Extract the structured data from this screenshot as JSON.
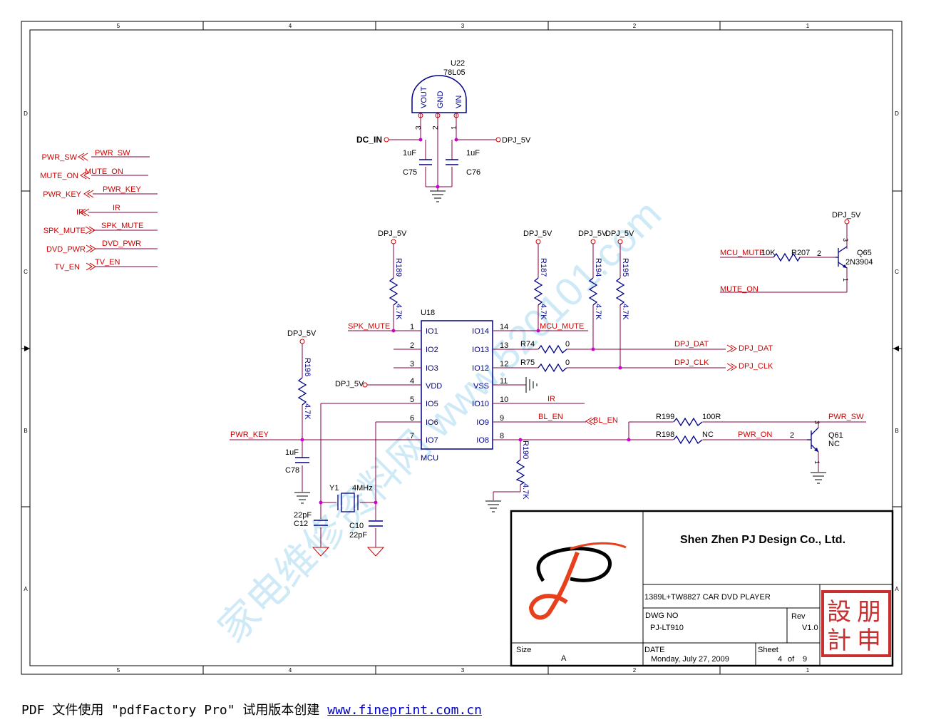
{
  "border": {
    "columns": [
      "5",
      "4",
      "3",
      "2",
      "1"
    ],
    "rows": [
      "D",
      "C",
      "B",
      "A"
    ]
  },
  "watermark": "家电维修资料网 www.520101.com",
  "regulator": {
    "ref": "U22",
    "part": "78L05",
    "pins": [
      "VOUT",
      "GND",
      "VIN"
    ],
    "pin_numbers": [
      "3",
      "2",
      "1"
    ],
    "dc_in": "DC_IN",
    "dpj": "DPJ_5V",
    "c75": {
      "value": "1uF",
      "ref": "C75"
    },
    "c76": {
      "value": "1uF",
      "ref": "C76"
    }
  },
  "ports_left": [
    {
      "port": "PWR_SW",
      "net": "PWR_SW"
    },
    {
      "port": "MUTE_ON",
      "net": "MUTE_ON"
    },
    {
      "port": "PWR_KEY",
      "net": "PWR_KEY"
    },
    {
      "port": "IR",
      "net": "IR"
    },
    {
      "port": "SPK_MUTE",
      "net": "SPK_MUTE"
    },
    {
      "port": "DVD_PWR",
      "net": "DVD_PWR"
    },
    {
      "port": "TV_EN",
      "net": "TV_EN"
    }
  ],
  "mcu": {
    "ref": "U18",
    "name": "MCU",
    "left_pins": [
      {
        "num": "1",
        "name": "IO1"
      },
      {
        "num": "2",
        "name": "IO2"
      },
      {
        "num": "3",
        "name": "IO3"
      },
      {
        "num": "4",
        "name": "VDD"
      },
      {
        "num": "5",
        "name": "IO5"
      },
      {
        "num": "6",
        "name": "IO6"
      },
      {
        "num": "7",
        "name": "IO7"
      }
    ],
    "right_pins": [
      {
        "num": "14",
        "name": "IO14"
      },
      {
        "num": "13",
        "name": "IO13"
      },
      {
        "num": "12",
        "name": "IO12"
      },
      {
        "num": "11",
        "name": "VSS"
      },
      {
        "num": "10",
        "name": "IO10"
      },
      {
        "num": "9",
        "name": "IO9"
      },
      {
        "num": "8",
        "name": "IO8"
      }
    ]
  },
  "pullups": [
    {
      "ref": "R189",
      "value": "4.7K",
      "rail": "DPJ_5V"
    },
    {
      "ref": "R187",
      "value": "4.7K",
      "rail": "DPJ_5V"
    },
    {
      "ref": "R194",
      "value": "4.7K",
      "rail": "DPJ_5V"
    },
    {
      "ref": "R195",
      "value": "4.7K",
      "rail": "DPJ_5V"
    },
    {
      "ref": "R196",
      "value": "4.7K",
      "rail": "DPJ_5V"
    },
    {
      "ref": "R190",
      "value": "4.7K"
    }
  ],
  "nets": {
    "spk_mute": "SPK_MUTE",
    "mcu_mute": "MCU_MUTE",
    "dpj_dat": "DPJ_DAT",
    "dpj_clk": "DPJ_CLK",
    "ir": "IR",
    "bl_en": "BL_EN",
    "pwr_key": "PWR_KEY",
    "pwr_sw": "PWR_SW",
    "pwr_on": "PWR_ON",
    "vdd_rail": "DPJ_5V",
    "mute_on": "MUTE_ON"
  },
  "resistors": {
    "r74": {
      "ref": "R74",
      "value": "0"
    },
    "r75": {
      "ref": "R75",
      "value": "0"
    },
    "r199": {
      "ref": "R199",
      "value": "100R"
    },
    "r198": {
      "ref": "R198",
      "value": "NC"
    },
    "r207": {
      "ref": "R207",
      "value": "10K"
    }
  },
  "caps": {
    "c78": {
      "ref": "C78",
      "value": "1uF"
    },
    "c12": {
      "ref": "C12",
      "value": "22pF"
    },
    "c10": {
      "ref": "C10",
      "value": "22pF"
    }
  },
  "crystal": {
    "ref": "Y1",
    "value": "4MHz"
  },
  "q65": {
    "ref": "Q65",
    "part": "2N3904",
    "rail": "DPJ_5V",
    "pins": [
      "3",
      "2",
      "1"
    ]
  },
  "q61": {
    "ref": "Q61",
    "part": "NC",
    "pins": [
      "3",
      "2",
      "1"
    ]
  },
  "title_block": {
    "company": "Shen Zhen PJ Design Co., Ltd.",
    "title": "1389L+TW8827 CAR DVD PLAYER",
    "dwg_label": "DWG NO",
    "dwg": "PJ-LT910",
    "rev_label": "Rev",
    "rev": "V1.0",
    "size_label": "Size",
    "size": "A",
    "date_label": "DATE",
    "date": "Monday, July 27, 2009",
    "sheet_label": "Sheet",
    "sheet": "4",
    "of": "of",
    "total": "9",
    "stamp": [
      "朋",
      "設",
      "申",
      "計"
    ]
  },
  "footer": {
    "prefix": "PDF 文件使用 \"pdfFactory Pro\" 试用版本创建 ",
    "link": "www.fineprint.com.cn"
  },
  "colors": {
    "wire": "#800040",
    "net_label": "#d00000",
    "component": "#000088",
    "border": "#000000",
    "watermark": "#bfe3f5",
    "logo_red": "#e8401c"
  }
}
